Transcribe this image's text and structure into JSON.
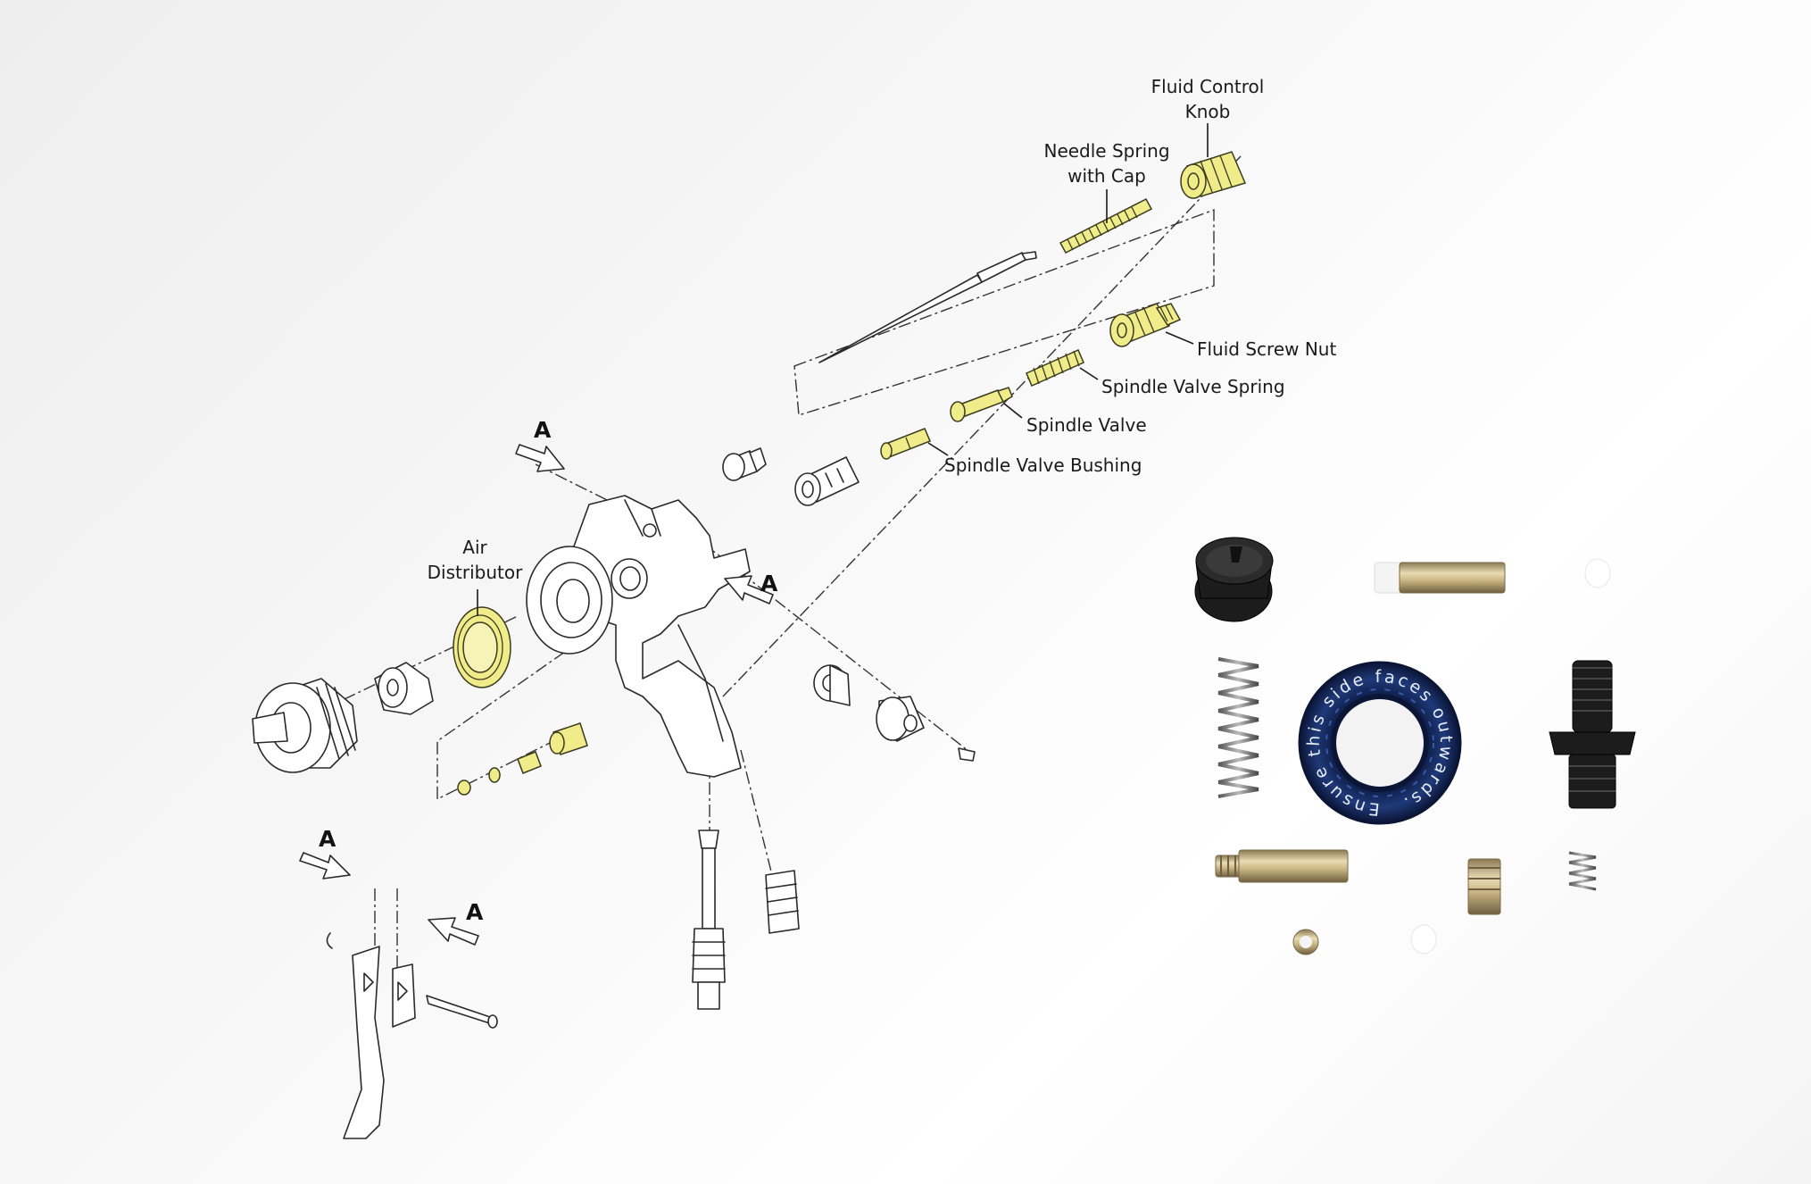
{
  "labels": {
    "fluid_control_knob_line1": "Fluid Control",
    "fluid_control_knob_line2": "Knob",
    "needle_spring_line1": "Needle Spring",
    "needle_spring_line2": "with Cap",
    "fluid_screw_nut": "Fluid Screw Nut",
    "spindle_valve_spring": "Spindle Valve Spring",
    "spindle_valve": "Spindle Valve",
    "spindle_valve_bushing": "Spindle Valve Bushing",
    "air_distributor_line1": "Air",
    "air_distributor_line2": "Distributor"
  },
  "section_marks": [
    "A",
    "A",
    "A",
    "A"
  ],
  "seal_ring_text": "Ensure this side faces outwards.",
  "colors": {
    "highlight": "#f1ec8a",
    "ring_blue": "#1f3a7a",
    "line_art": "#2a2a2a"
  }
}
